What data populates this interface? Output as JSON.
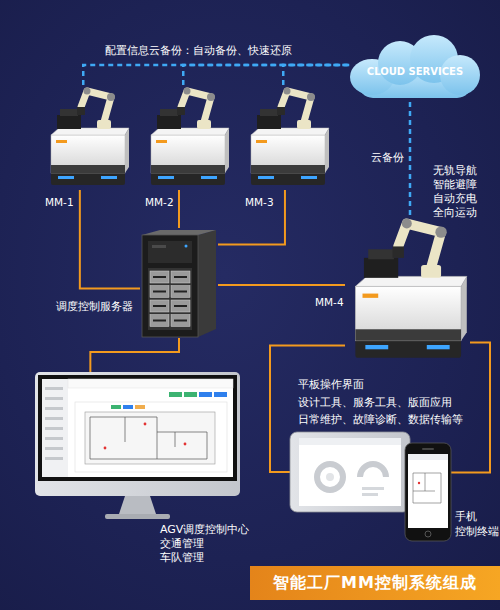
{
  "diagram": {
    "title": "智能工厂MM控制系统组成",
    "nodes": [
      {
        "text": [
          "CLOUD SERVICES"
        ]
      },
      {
        "text": [
          "MM-1"
        ]
      },
      {
        "text": [
          "MM-2"
        ]
      },
      {
        "text": [
          "MM-3"
        ]
      },
      {
        "text": [
          "调度控制服务器"
        ]
      },
      {
        "text": [
          "MM-4"
        ]
      },
      {
        "text": [
          "AGV调度控制中心",
          "交通管理",
          "车队管理"
        ]
      },
      {
        "text": [
          "平板操作界面",
          "设计工具、服务工具、版面应用",
          "日常维护、故障诊断、数据传输等"
        ]
      },
      {
        "text": [
          "手机",
          "控制终端"
        ]
      }
    ],
    "edges": [
      {
        "from": 1,
        "to": 0,
        "arrow": "none"
      },
      {
        "from": 2,
        "to": 0,
        "arrow": "none"
      },
      {
        "from": 3,
        "to": 0,
        "arrow": "none"
      },
      {
        "from": 5,
        "to": 0,
        "label": "云备份",
        "arrow": "none"
      },
      {
        "from": 4,
        "to": 1,
        "arrow": "none"
      },
      {
        "from": 4,
        "to": 2,
        "arrow": "none"
      },
      {
        "from": 4,
        "to": 3,
        "arrow": "none"
      },
      {
        "from": 4,
        "to": 5,
        "arrow": "none"
      },
      {
        "from": 4,
        "to": 6,
        "arrow": "none"
      },
      {
        "from": 5,
        "to": 7,
        "arrow": "none"
      },
      {
        "from": 5,
        "to": 8,
        "arrow": "none"
      }
    ],
    "labels": [
      "配置信息云备份：自动备份、快速还原",
      "无轨导航",
      "智能避障",
      "自动充电",
      "全向运动"
    ]
  }
}
